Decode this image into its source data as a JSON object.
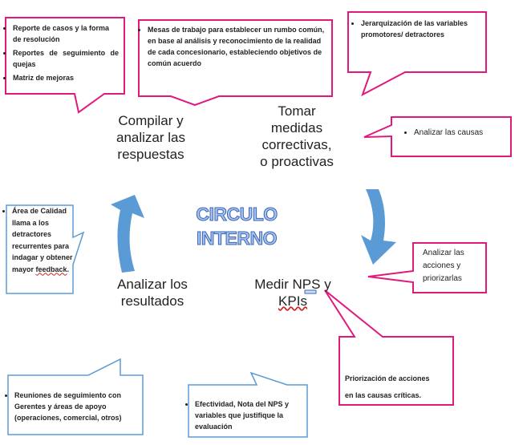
{
  "title_lines": [
    "CIRCULO",
    "INTERNO"
  ],
  "steps": {
    "compile": [
      "Compilar y",
      "analizar las",
      "respuestas"
    ],
    "corrective": [
      "Tomar",
      "medidas",
      "correctivas,",
      "o proactivas"
    ],
    "analyze": [
      "Analizar los",
      "resultados"
    ],
    "measure": [
      "Medir NPS y",
      "KPIs"
    ]
  },
  "callouts": {
    "compile_items": [
      "Reporte de casos y la forma de resolución",
      "Reportes de seguimiento de quejas",
      "Matriz de mejoras"
    ],
    "work_tables": "Mesas de trabajo para establecer un rumbo común, en base al análisis y reconocimiento de la realidad de cada concesionario, estableciendo objetivos de común acuerdo",
    "hierarchy": "Jerarquización de las variables promotores/ detractores",
    "causes": "Analizar las causas",
    "quality": "Área de Calidad llama a los detractores recurrentes para indagar y obtener mayor",
    "quality_word": "feedback",
    "actions": "Analizar las acciones y priorizarlas",
    "prioritize": [
      "Priorización de acciones",
      "en las causas críticas."
    ],
    "meetings": "Reuniones de seguimiento con Gerentes y áreas de apoyo (operaciones, comercial, otros)",
    "effectiveness": "Efectividad, Nota del NPS y variables  que justifique la evaluación"
  },
  "colors": {
    "pink": "#e0197d",
    "blue": "#5b9bd5",
    "arrow": "#5b9bd5"
  }
}
